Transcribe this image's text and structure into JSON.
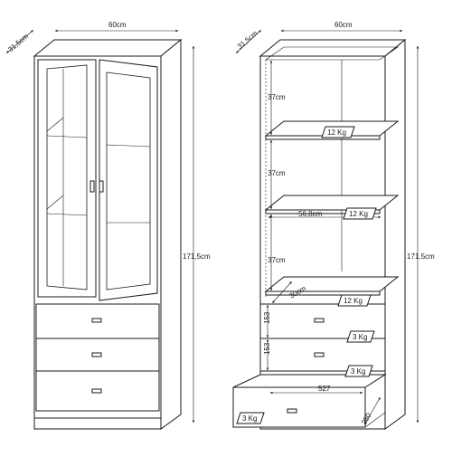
{
  "left_view": {
    "width": "60cm",
    "depth": "31,5cm",
    "height": "171,5cm"
  },
  "right_view": {
    "width": "60cm",
    "depth": "31,5cm",
    "height": "171,5cm",
    "shelf_spacing_top": "37cm",
    "shelf_spacing_mid": "37cm",
    "shelf_spacing_bottom": "37cm",
    "inner_width": "56,8cm",
    "inner_depth": "30cm",
    "shelf_load_1": "12 Kg",
    "shelf_load_2": "12 Kg",
    "shelf_load_3": "12 Kg",
    "drawer_height_1": "153",
    "drawer_height_2": "153",
    "drawer_load_1": "3 Kg",
    "drawer_load_2": "3 Kg",
    "drawer_load_3": "3 Kg",
    "drawer_inner_width": "527",
    "drawer_inner_depth": "280"
  }
}
